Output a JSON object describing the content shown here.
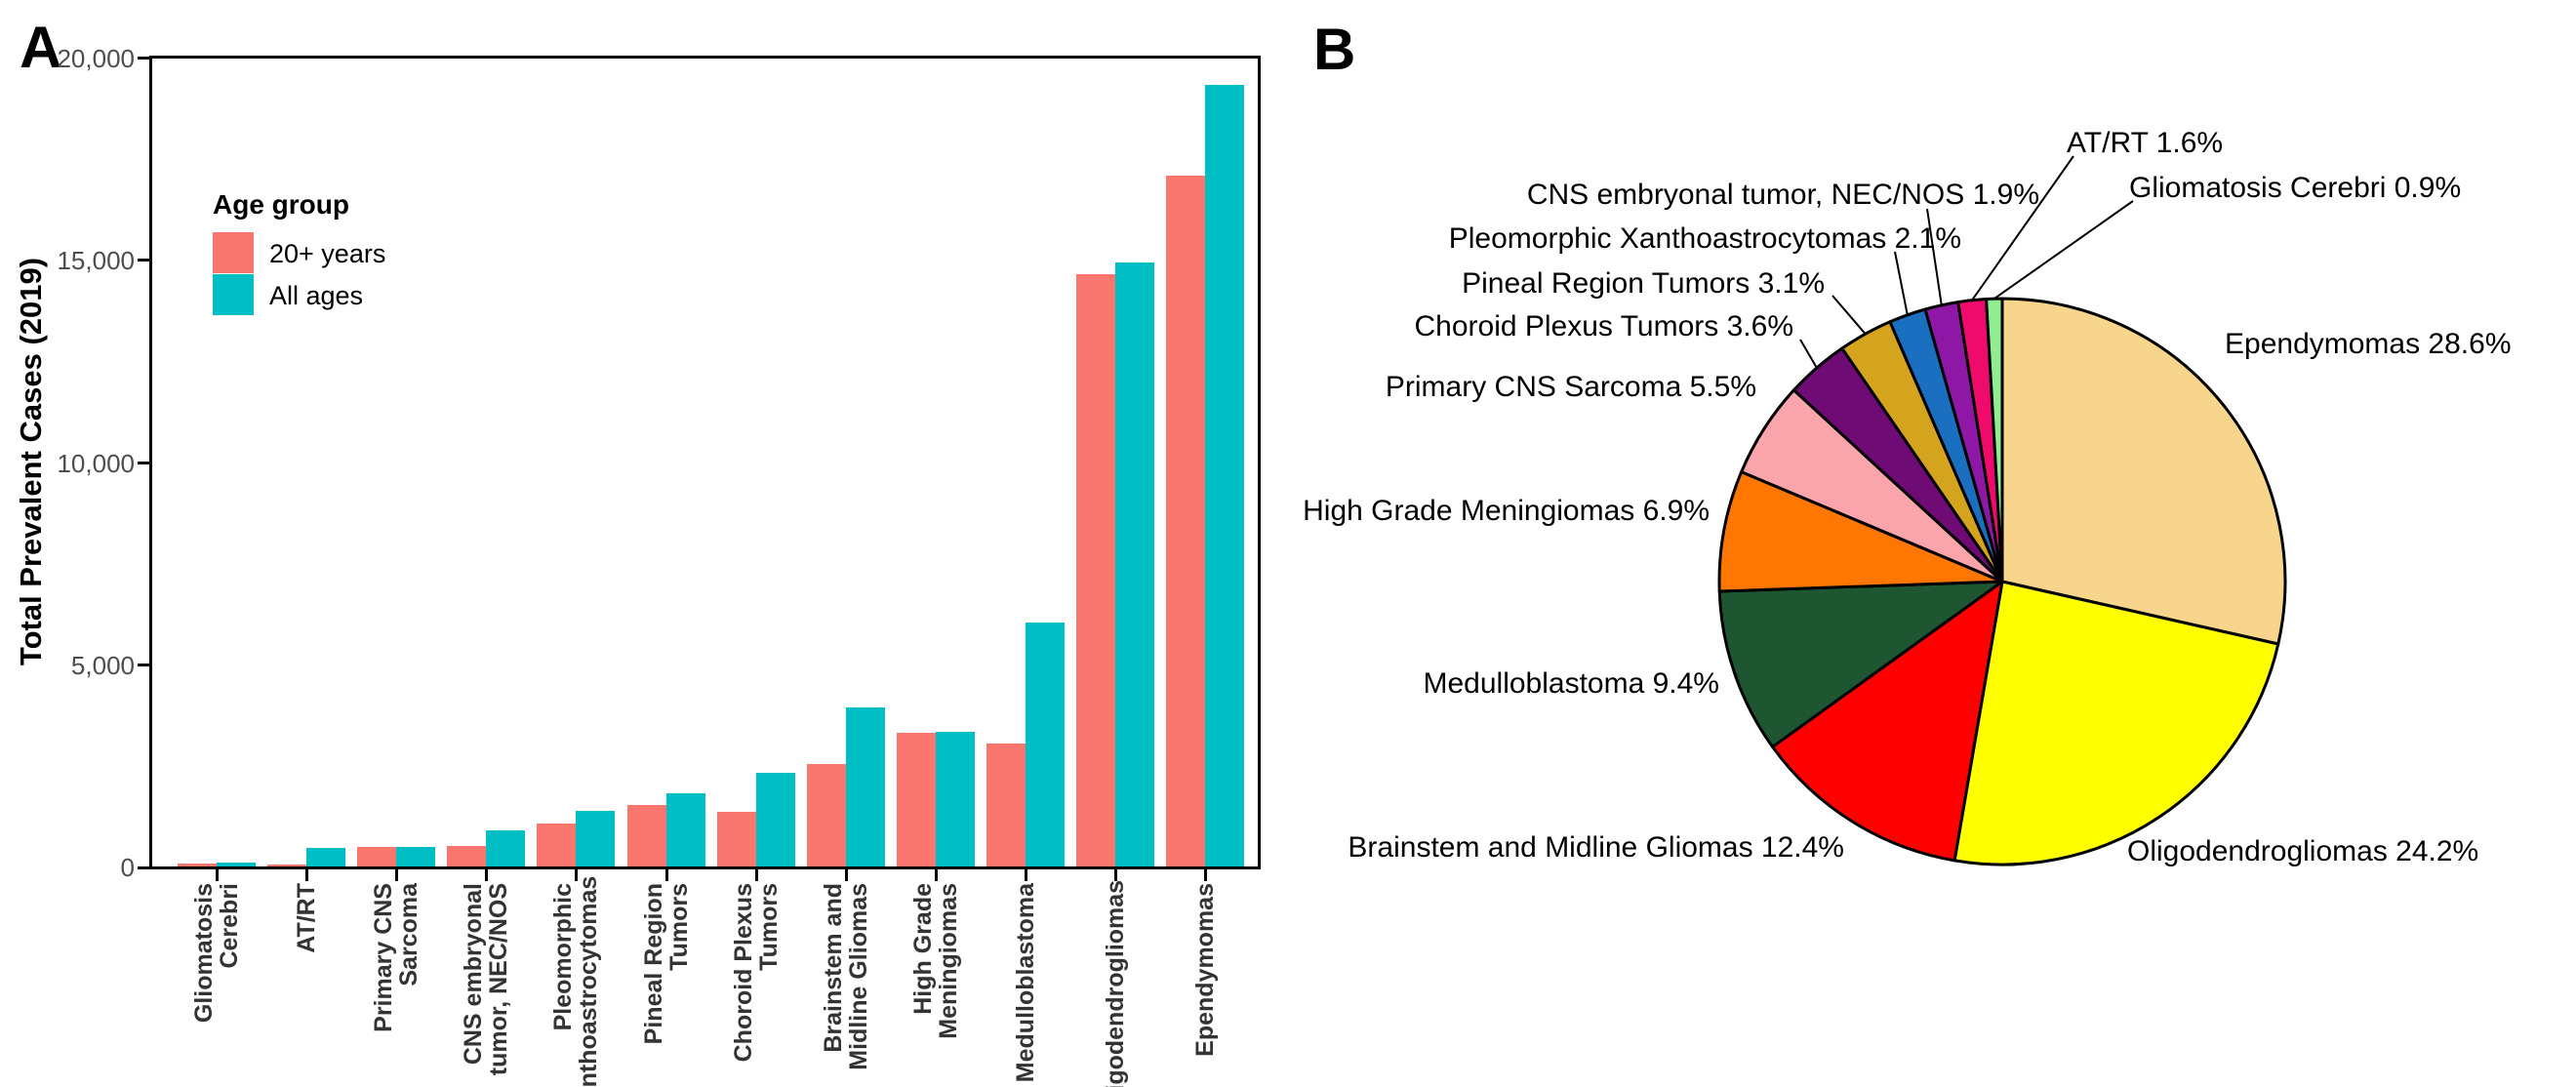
{
  "figure": {
    "panel_a_label": "A",
    "panel_b_label": "B"
  },
  "bar_chart": {
    "ylabel": "Total Prevalent Cases (2019)",
    "legend_title": "Age group",
    "legend": [
      {
        "label": "20+ years",
        "color": "#F8766D"
      },
      {
        "label": "All ages",
        "color": "#00BFC4"
      }
    ],
    "y_tick_labels": [
      "0",
      "5,000",
      "10,000",
      "15,000",
      "20,000"
    ]
  },
  "chart_data": [
    {
      "type": "bar",
      "title": "",
      "xlabel": "",
      "ylabel": "Total Prevalent Cases (2019)",
      "ylim": [
        0,
        20000
      ],
      "y_ticks": [
        0,
        5000,
        10000,
        15000,
        20000
      ],
      "legend_title": "Age group",
      "legend_position": "inside-upper-left",
      "categories": [
        "Gliomatosis Cerebri",
        "AT/RT",
        "Primary CNS Sarcoma",
        "CNS embryonal tumor, NEC/NOS",
        "Pleomorphic Xanthoastrocytomas",
        "Pineal Region Tumors",
        "Choroid Plexus Tumors",
        "Brainstem and Midline Gliomas",
        "High Grade Meningiomas",
        "Medulloblastoma",
        "Oligodendrogliomas",
        "Ependymomas"
      ],
      "category_display_labels": [
        "Gliomatosis\nCerebri",
        "AT/RT",
        "Primary CNS\nSarcoma",
        "CNS embryonal\ntumor, NEC/NOS",
        "Pleomorphic\nXanthoastrocytomas",
        "Pineal Region\nTumors",
        "Choroid Plexus\nTumors",
        "Brainstem and\nMidline Gliomas",
        "High Grade\nMeningiomas",
        "Medulloblastoma",
        "Oligodendrogliomas",
        "Ependymomas"
      ],
      "series": [
        {
          "name": "20+ years",
          "color": "#F8766D",
          "values": [
            75,
            60,
            480,
            505,
            1060,
            1520,
            1350,
            2540,
            3310,
            3050,
            14640,
            17080
          ]
        },
        {
          "name": "All ages",
          "color": "#00BFC4",
          "values": [
            95,
            465,
            480,
            895,
            1380,
            1800,
            2320,
            3940,
            3330,
            6040,
            14930,
            19320
          ]
        }
      ]
    },
    {
      "type": "pie",
      "title": "",
      "start_angle": "12 o'clock",
      "direction": "clockwise",
      "slices": [
        {
          "name": "Ependymomas",
          "pct": 28.6,
          "color": "#F7D58C"
        },
        {
          "name": "Oligodendrogliomas",
          "pct": 24.2,
          "color": "#FFFF00"
        },
        {
          "name": "Brainstem and Midline Gliomas",
          "pct": 12.4,
          "color": "#FF0000"
        },
        {
          "name": "Medulloblastoma",
          "pct": 9.4,
          "color": "#1E5631"
        },
        {
          "name": "High Grade Meningiomas",
          "pct": 6.9,
          "color": "#FF7700"
        },
        {
          "name": "Primary CNS Sarcoma",
          "pct": 5.5,
          "color": "#FAA4AC"
        },
        {
          "name": "Choroid Plexus Tumors",
          "pct": 3.6,
          "color": "#6E0B75"
        },
        {
          "name": "Pineal Region Tumors",
          "pct": 3.1,
          "color": "#D5A41E"
        },
        {
          "name": "Pleomorphic Xanthoastrocytomas",
          "pct": 2.1,
          "color": "#1B6FC0"
        },
        {
          "name": "CNS embryonal tumor, NEC/NOS",
          "pct": 1.9,
          "color": "#8F17A5"
        },
        {
          "name": "AT/RT",
          "pct": 1.6,
          "color": "#EF0B6C"
        },
        {
          "name": "Gliomatosis Cerebri",
          "pct": 0.9,
          "color": "#90EE90"
        }
      ]
    }
  ]
}
